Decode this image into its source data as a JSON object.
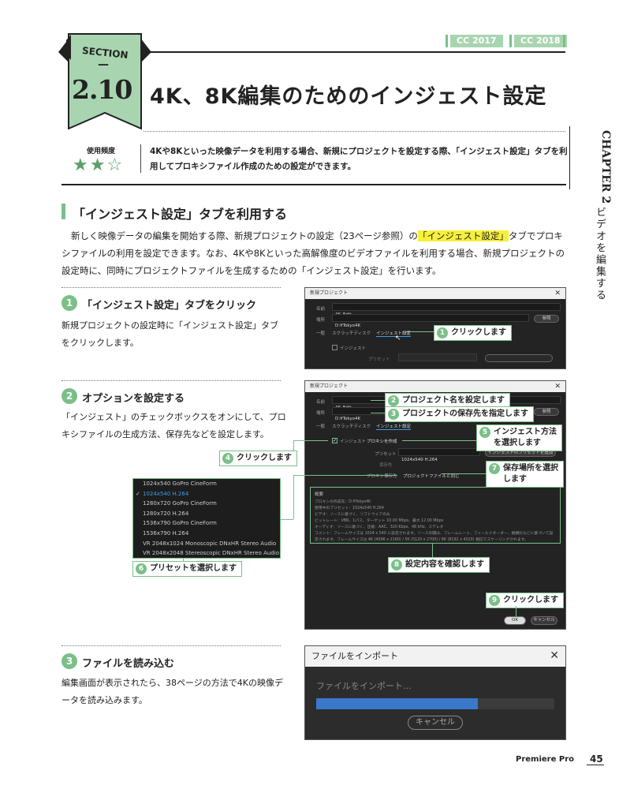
{
  "header": {
    "versions": [
      "CC 2017",
      "CC 2018"
    ]
  },
  "section": {
    "label": "SECTION",
    "dash": "—",
    "number": "2.10",
    "title": "4K、8K編集のためのインジェスト設定"
  },
  "frequency": {
    "label": "使用頻度",
    "stars": "★★☆"
  },
  "intro": "4Kや8Kといった映像データを利用する場合、新規にプロジェクトを設定する際、「インジェスト設定」タブを利用してプロキシファイル作成のための設定ができます。",
  "side": {
    "chapter": "CHAPTER 2",
    "subtitle": "ビデオを編集する"
  },
  "heading": "「インジェスト設定」タブを利用する",
  "paragraph": {
    "before": "新しく映像データの編集を開始する際、新規プロジェクトの設定（23ページ参照）の",
    "highlight": "「インジェスト設定」",
    "after": "タブでプロキシファイルの利用を設定できます。なお、4Kや8Kといった高解像度のビデオファイルを利用する場合、新規プロジェクトの設定時に、同時にプロジェクトファイルを生成するための「インジェスト設定」を行います。"
  },
  "steps": [
    {
      "num": "1",
      "title": "「インジェスト設定」タブをクリック",
      "desc": "新規プロジェクトの設定時に「インジェスト設定」タブをクリックします。"
    },
    {
      "num": "2",
      "title": "オプションを設定する",
      "desc": "「インジェスト」のチェックボックスをオンにして、プロキシファイルの生成方法、保存先などを設定します。"
    },
    {
      "num": "3",
      "title": "ファイルを読み込む",
      "desc": "編集画面が表示されたら、38ページの方法で4Kの映像データを読み込みます。"
    }
  ],
  "window1": {
    "title": "新規プロジェクト",
    "name_label": "名前",
    "name_value": "4K_Edit",
    "loc_label": "場所",
    "loc_value": "D:¥Tokyo4K",
    "browse": "参照",
    "tab_general": "一般",
    "tab_scratch": "スクラッチディスク",
    "tab_ingest": "インジェスト設定",
    "ingest_label": "インジェスト",
    "preset_label": "プリセット"
  },
  "window2": {
    "title": "新規プロジェクト",
    "name_label": "名前",
    "name_value": "4K_Edit",
    "loc_label": "場所",
    "loc_value": "D:¥Tokyo4K",
    "browse": "参照",
    "tab_general": "一般",
    "tab_scratch": "スクラッチディスク",
    "tab_ingest": "インジェスト設定",
    "ingest_label": "インジェスト",
    "ingest_value": "プロキシを作成",
    "preset_label": "プリセット",
    "preset_value": "1024x540 H.264",
    "add_preset": "インジェストのプリセットを追加",
    "dest_label": "保存先",
    "proxy_label": "プロキシ保存先",
    "proxy_value": "プロジェクトファイルと同じ",
    "summary_title": "概要",
    "summary_lines": [
      "プロキシの作成先：D:¥Tokyo4K",
      "使用中のプリセット：1024x540 H.264",
      "ビデオ：ソースに基づく、ソフトウェアのみ",
      "ビットレート：VBR、1パス、ターゲット 10.00 Mbps、最大 12.00 Mbps",
      "オーディオ：ソースに基づく、圧縮：AAC、320 Kbps、48 kHz、ステレオ",
      "コメント：フレームサイズは 1024 x 540 に設定されます。ソースの聞は、フレームレート、フィールドオーダー、縦横比などに基づいて設",
      "定されます。フレームサイズは 4K (4096 x 2160) / 5K (5120 x 2700) / 8K (8192 x 4320) 相応でスケーリングされます。"
    ],
    "ok": "OK",
    "cancel": "キャンセル"
  },
  "dropdown": {
    "items": [
      "1024x540 GoPro CineForm",
      "1024x540 H.264",
      "1280x720 GoPro CineForm",
      "1280x720 H.264",
      "1536x790 GoPro CineForm",
      "1536x790 H.264",
      "VR 2048x1024 Monoscopic DNxHR Stereo Audio",
      "VR 2048x2048 Stereoscopic DNxHR Stereo Audio"
    ],
    "check": "✓"
  },
  "callouts": {
    "c1": {
      "num": "1",
      "text": "クリックします"
    },
    "c2": {
      "num": "2",
      "text": "プロジェクト名を設定します"
    },
    "c3": {
      "num": "3",
      "text": "プロジェクトの保存先を指定します"
    },
    "c4": {
      "num": "4",
      "text": "クリックします"
    },
    "c5": {
      "num": "5",
      "text1": "インジェスト方法",
      "text2": "を選択します"
    },
    "c6": {
      "num": "6",
      "text": "プリセットを選択します"
    },
    "c7": {
      "num": "7",
      "text1": "保存場所を選択",
      "text2": "します"
    },
    "c8": {
      "num": "8",
      "text": "設定内容を確認します"
    },
    "c9": {
      "num": "9",
      "text": "クリックします"
    }
  },
  "import": {
    "title": "ファイルをインポート",
    "status": "ファイルをインポート...",
    "progress": 0.68,
    "cancel": "キャンセル"
  },
  "footer": {
    "brand": "Premiere Pro",
    "page": "45"
  },
  "colors": {
    "accent": "#7bbf89",
    "badge": "#a8d5b0",
    "highlight": "#f7f03a",
    "progress": "#3a78c9"
  }
}
